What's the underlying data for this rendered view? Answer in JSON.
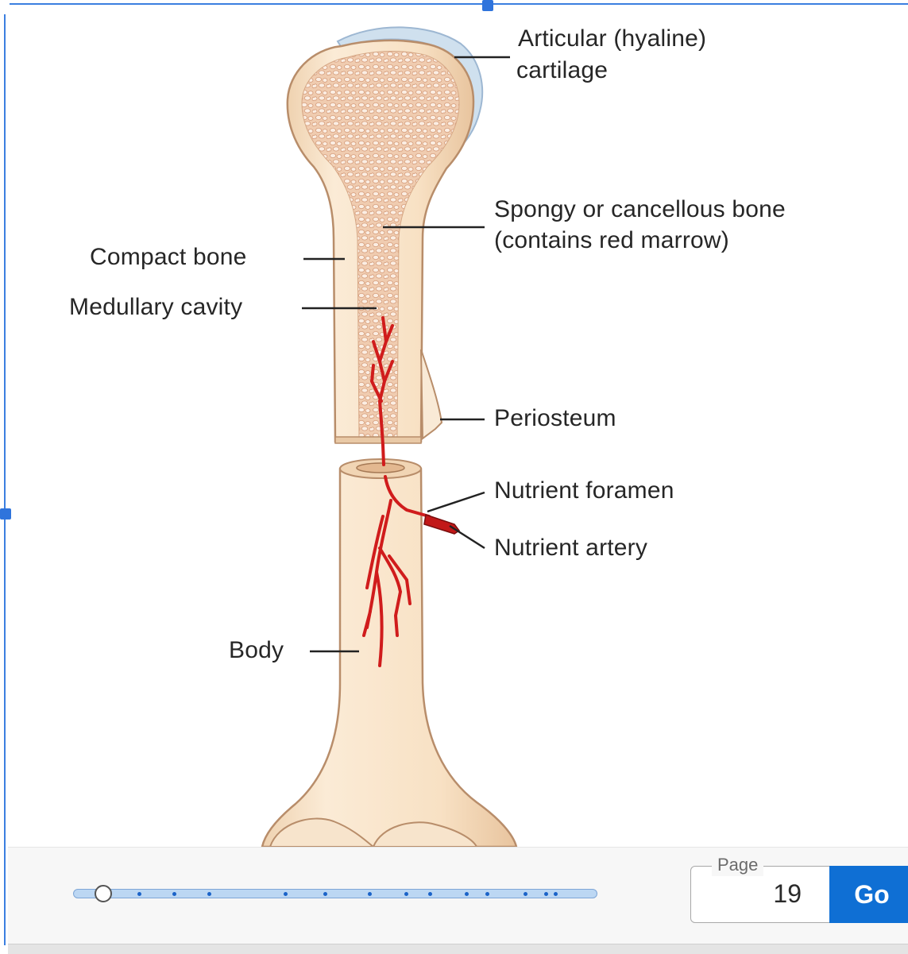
{
  "diagram": {
    "labels": {
      "articular_line1": "Articular (hyaline)",
      "articular_line2": "cartilage",
      "spongy_line1": "Spongy or cancellous bone",
      "spongy_line2": "(contains red marrow)",
      "compact": "Compact bone",
      "medullary": "Medullary cavity",
      "periosteum": "Periosteum",
      "foramen": "Nutrient foramen",
      "artery": "Nutrient artery",
      "body": "Body"
    }
  },
  "pager": {
    "legend": "Page",
    "value": "19",
    "go_label": "Go"
  }
}
